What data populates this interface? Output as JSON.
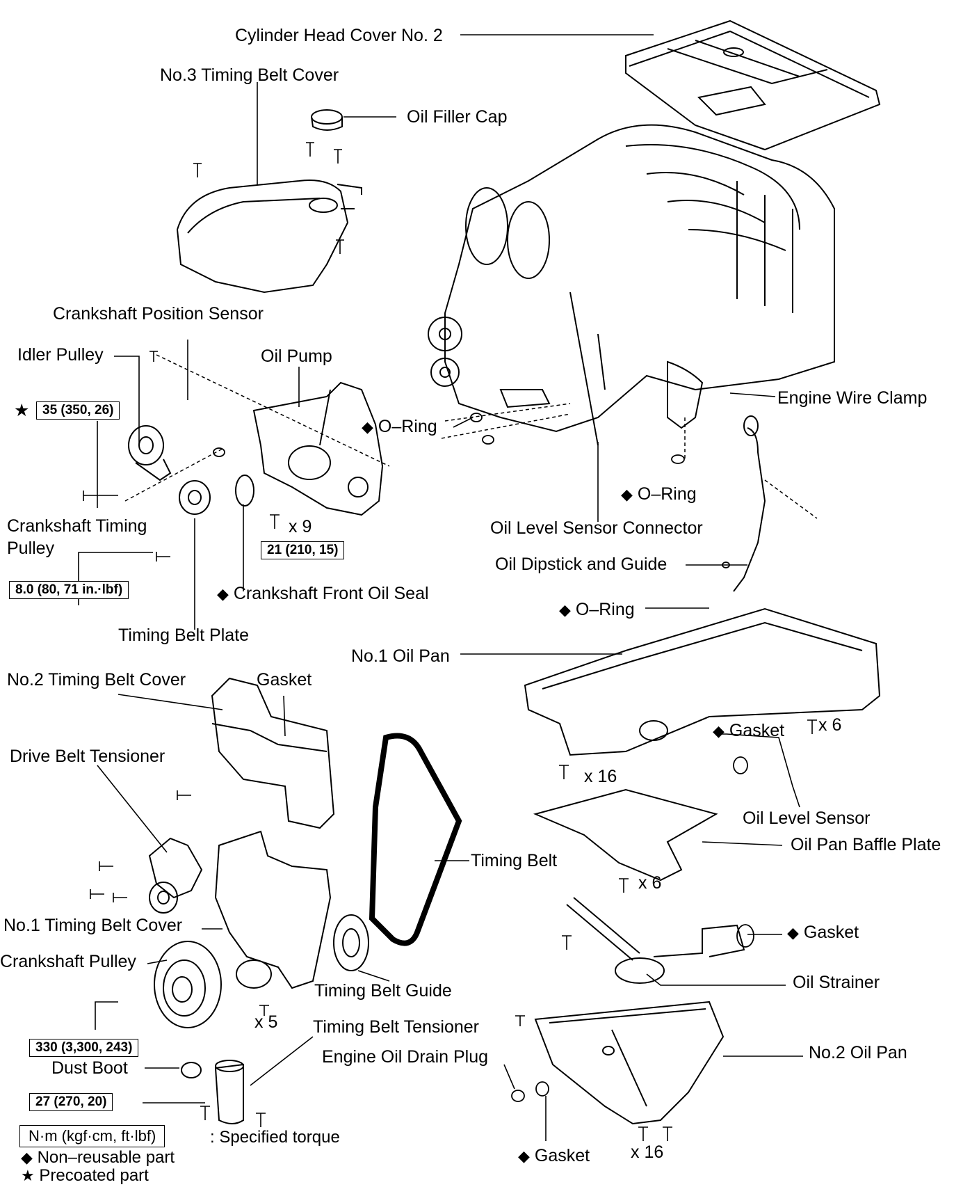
{
  "symbols": {
    "diamond": "◆",
    "star": "★"
  },
  "labels": {
    "cylinder_head_cover": "Cylinder Head Cover No. 2",
    "timing_belt_cover_3": "No.3 Timing Belt Cover",
    "oil_filler_cap": "Oil Filler Cap",
    "crankshaft_position_sensor": "Crankshaft Position Sensor",
    "idler_pulley": "Idler Pulley",
    "oil_pump": "Oil Pump",
    "o_ring_1": "O–Ring",
    "engine_wire_clamp": "Engine Wire Clamp",
    "o_ring_2": "O–Ring",
    "x9": "x 9",
    "crankshaft_timing_pulley_1": "Crankshaft Timing",
    "crankshaft_timing_pulley_2": "Pulley",
    "oil_level_sensor_connector": "Oil Level Sensor Connector",
    "oil_dipstick_guide": "Oil Dipstick and Guide",
    "crankshaft_front_oil_seal": "Crankshaft Front Oil Seal",
    "o_ring_3": "O–Ring",
    "timing_belt_plate": "Timing Belt Plate",
    "oil_pan_1": "No.1 Oil Pan",
    "timing_belt_cover_2": "No.2 Timing Belt Cover",
    "gasket_1": "Gasket",
    "gasket_2": "Gasket",
    "x6_a": "x 6",
    "drive_belt_tensioner": "Drive Belt Tensioner",
    "x16_a": "x 16",
    "oil_level_sensor": "Oil Level Sensor",
    "oil_pan_baffle_plate": "Oil Pan Baffle Plate",
    "timing_belt": "Timing Belt",
    "x6_b": "x 6",
    "timing_belt_cover_1": "No.1 Timing Belt Cover",
    "gasket_3": "Gasket",
    "crankshaft_pulley": "Crankshaft Pulley",
    "oil_strainer": "Oil Strainer",
    "timing_belt_guide": "Timing Belt Guide",
    "x5": "x 5",
    "timing_belt_tensioner": "Timing Belt Tensioner",
    "engine_oil_drain_plug": "Engine Oil Drain Plug",
    "oil_pan_2": "No.2 Oil Pan",
    "dust_boot": "Dust Boot",
    "gasket_4": "Gasket",
    "x16_b": "x 16"
  },
  "torques": {
    "t35": "35 (350, 26)",
    "t21": "21 (210, 15)",
    "t8": "8.0 (80, 71 in.·lbf)",
    "t330": "330 (3,300, 243)",
    "t27": "27 (270, 20)"
  },
  "legend": {
    "unit_box": "N·m (kgf·cm, ft·lbf)",
    "specified_torque": ": Specified torque",
    "non_reusable": "Non–reusable part",
    "precoated": "Precoated part"
  }
}
